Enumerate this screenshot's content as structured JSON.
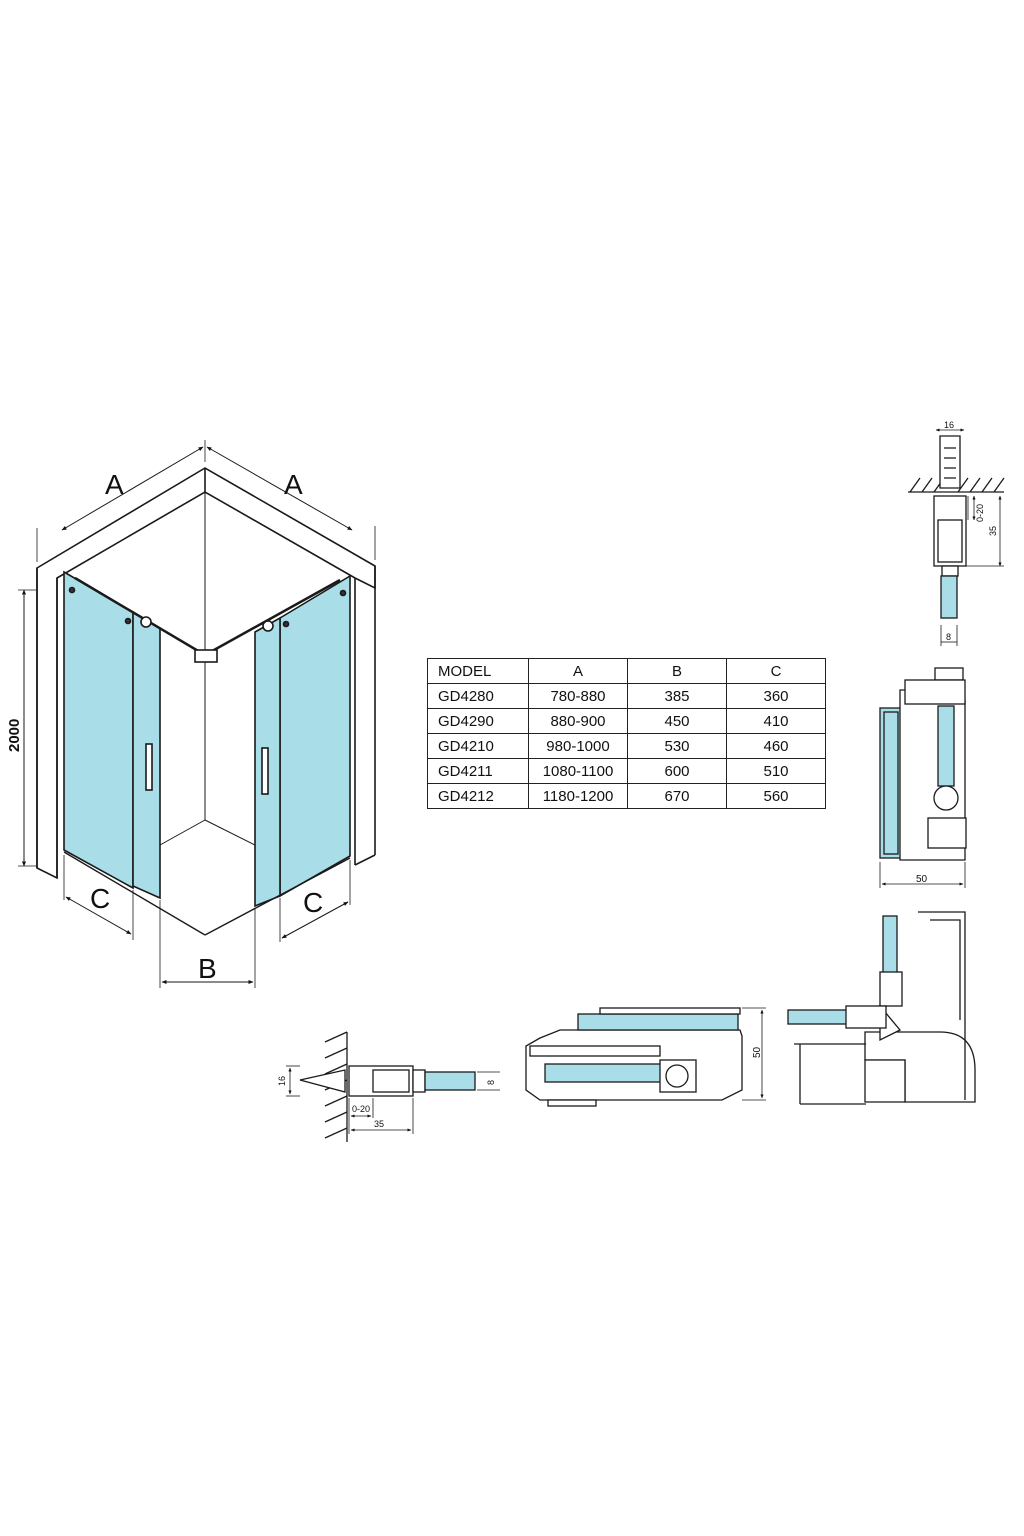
{
  "main_drawing": {
    "dim_a_left": "A",
    "dim_a_right": "A",
    "dim_height": "2000",
    "dim_c_left": "C",
    "dim_c_right": "C",
    "dim_b": "B"
  },
  "table": {
    "headers": [
      "MODEL",
      "A",
      "B",
      "C"
    ],
    "rows": [
      [
        "GD4280",
        "780-880",
        "385",
        "360"
      ],
      [
        "GD4290",
        "880-900",
        "450",
        "410"
      ],
      [
        "GD4210",
        "980-1000",
        "530",
        "460"
      ],
      [
        "GD4211",
        "1080-1100",
        "600",
        "510"
      ],
      [
        "GD4212",
        "1180-1200",
        "670",
        "560"
      ]
    ]
  },
  "detail_top_profile": {
    "width": "16",
    "adjust": "0-20",
    "depth": "35",
    "glass": "8"
  },
  "detail_handle_section": {
    "width": "50"
  },
  "detail_wall_profile": {
    "width": "16",
    "glass": "8",
    "adjust": "0-20",
    "depth": "35"
  },
  "detail_roller": {
    "height": "50"
  },
  "colors": {
    "glass": "#a9dde8",
    "line": "#1a1a1a",
    "wall": "#ffffff"
  }
}
